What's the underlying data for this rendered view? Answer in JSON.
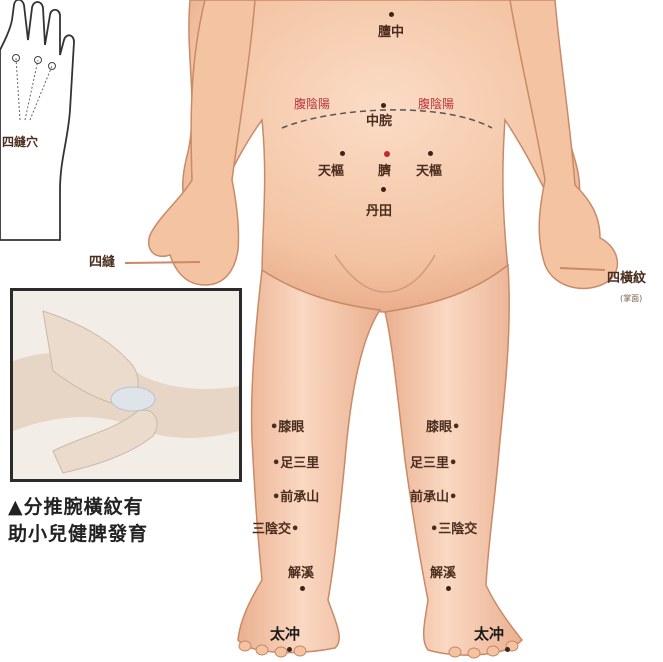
{
  "labels": {
    "tanzhong": "膻中",
    "fuyinyang_left": "腹陰陽",
    "fuyinyang_right": "腹陰陽",
    "zhongwan": "中脘",
    "tianshu_left": "天樞",
    "qi": "臍",
    "tianshu_right": "天樞",
    "dantian": "丹田",
    "sifeng_hand": "四縫穴",
    "sifeng": "四縫",
    "siheng": "四橫紋",
    "siheng_note": "(掌面)",
    "xiyan_left": "•膝眼",
    "xiyan_right": "膝眼•",
    "zusanli_left": "•足三里",
    "zusanli_right": "足三里•",
    "qianchengshan_left": "•前承山",
    "qianchengshan_right": "前承山•",
    "sanyinjiao_left": "三陰交•",
    "sanyinjiao_right": "•三陰交",
    "jiexi_left": "解溪",
    "jiexi_right": "解溪",
    "taichong_left": "太冲",
    "taichong_right": "太冲"
  },
  "caption": {
    "line1": "▲分推腕橫紋有",
    "line2": "助小兒健脾發育"
  },
  "colors": {
    "skin": "#f6cdb0",
    "skin_shadow": "#e9a887",
    "outline": "#c98a68",
    "dot": "#3a2418",
    "navel_dot": "#c0292e",
    "red_label": "#b9333b"
  }
}
